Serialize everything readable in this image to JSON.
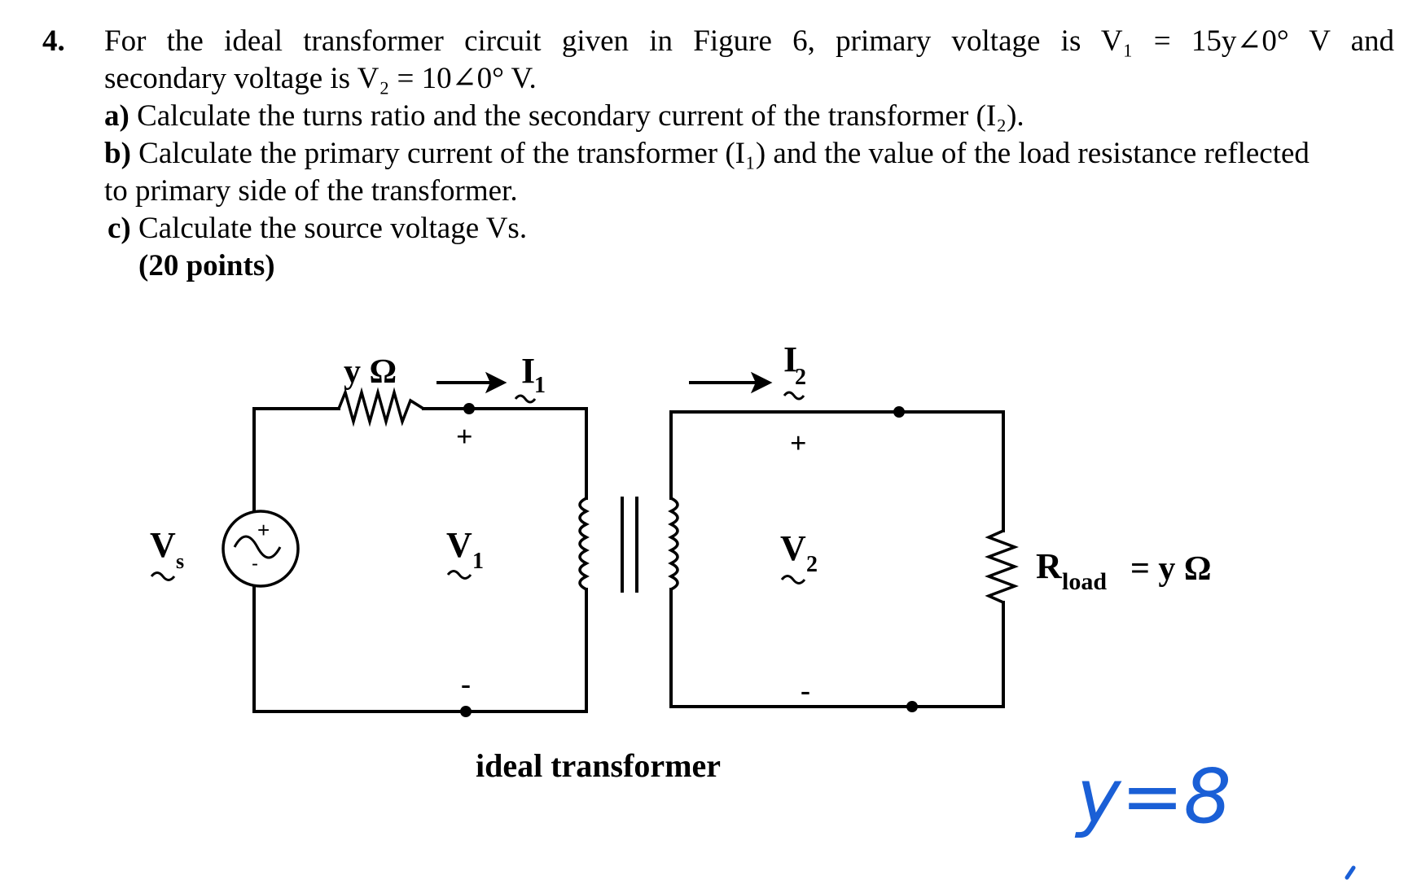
{
  "question": {
    "number": "4.",
    "line1": "For the ideal transformer circuit given in Figure 6, primary voltage is V₁ = 15y∠0° V and",
    "line2": "secondary voltage is V₂ = 10∠0° V.",
    "part_a_label": "a)",
    "part_a_text": " Calculate the turns ratio and the secondary current of the transformer (I₂).",
    "part_b_label": "b)",
    "part_b_text": " Calculate the primary current of the transformer (I₁) and the value of the load resistance reflected",
    "part_b_text2": "to primary side of the transformer.",
    "part_c_label": "c)",
    "part_c_text": " Calculate the source voltage Vs.",
    "points": "(20 points)"
  },
  "circuit": {
    "series_resistor": "y Ω",
    "i1_label": "I",
    "i1_sub": "1",
    "i2_label": "I",
    "i2_sub": "2",
    "vs_label": "V",
    "vs_sub": "s",
    "v1_label": "V",
    "v1_sub": "1",
    "v2_label": "V",
    "v2_sub": "2",
    "plus": "+",
    "minus": "-",
    "rload_label": "R",
    "rload_sub": "load",
    "rload_value": "= y Ω",
    "caption": "ideal transformer"
  },
  "annotation": {
    "handwritten": "y=8",
    "color": "#1a5fd6"
  }
}
